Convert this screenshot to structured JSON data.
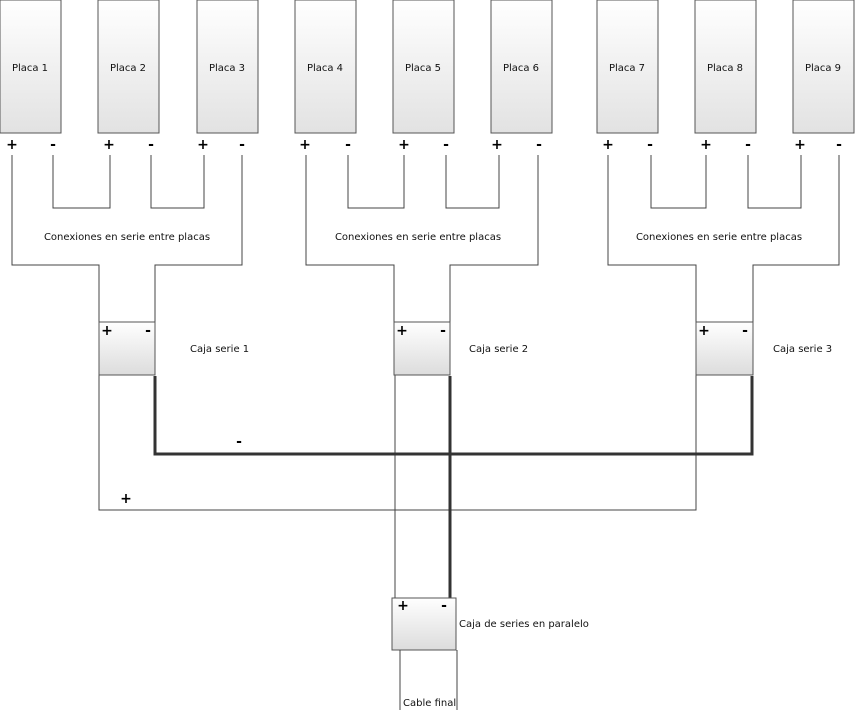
{
  "panels": [
    {
      "label": "Placa 1",
      "plus": "+",
      "minus": "-"
    },
    {
      "label": "Placa 2",
      "plus": "+",
      "minus": "-"
    },
    {
      "label": "Placa 3",
      "plus": "+",
      "minus": "-"
    },
    {
      "label": "Placa 4",
      "plus": "+",
      "minus": "-"
    },
    {
      "label": "Placa 5",
      "plus": "+",
      "minus": "-"
    },
    {
      "label": "Placa 6",
      "plus": "+",
      "minus": "-"
    },
    {
      "label": "Placa 7",
      "plus": "+",
      "minus": "-"
    },
    {
      "label": "Placa 8",
      "plus": "+",
      "minus": "-"
    },
    {
      "label": "Placa 9",
      "plus": "+",
      "minus": "-"
    }
  ],
  "groups": [
    {
      "label": "Conexiones en serie entre placas"
    },
    {
      "label": "Conexiones en serie entre placas"
    },
    {
      "label": "Conexiones en serie entre placas"
    }
  ],
  "series_boxes": [
    {
      "label": "Caja serie 1",
      "plus": "+",
      "minus": "-"
    },
    {
      "label": "Caja serie 2",
      "plus": "+",
      "minus": "-"
    },
    {
      "label": "Caja serie 3",
      "plus": "+",
      "minus": "-"
    }
  ],
  "bus": {
    "negative_label": "-",
    "positive_label": "+"
  },
  "parallel_box": {
    "label": "Caja de series en paralelo",
    "plus": "+",
    "minus": "-"
  },
  "final_cable": {
    "label": "Cable final"
  }
}
